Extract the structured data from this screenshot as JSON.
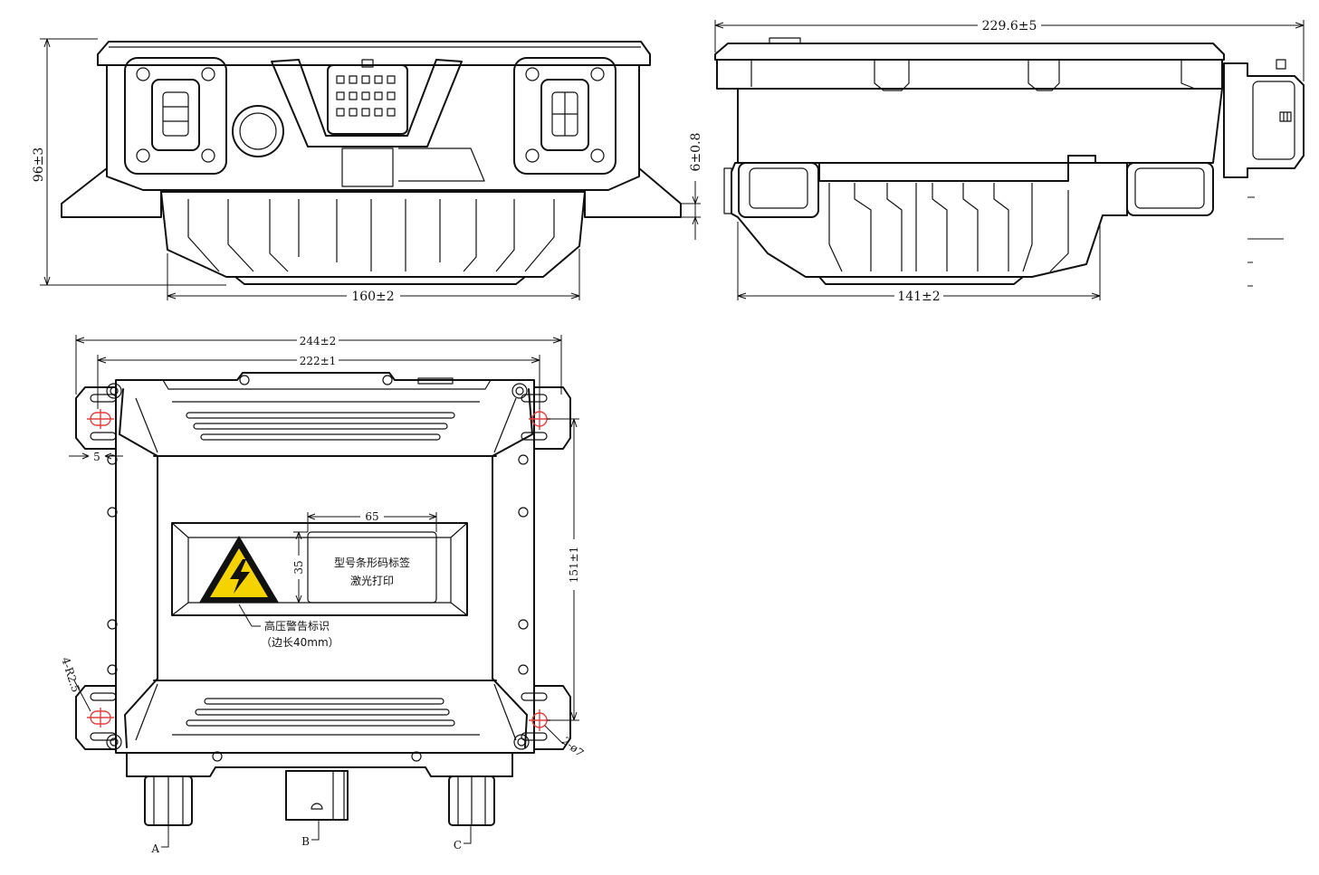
{
  "front_view": {
    "height_dim": "96±3",
    "base_offset_dim": "6±0.8",
    "bottom_width_dim": "160±2"
  },
  "side_view": {
    "length_dim": "229.6±5",
    "bottom_width_dim": "141±2"
  },
  "top_view": {
    "outer_width_dim": "244±2",
    "hole_pitch_dim": "222±1",
    "edge_dim": "5",
    "vertical_pitch_dim": "151±1",
    "label_width_dim": "65",
    "label_height_dim": "35",
    "label_text_line1": "型号条形码标签",
    "label_text_line2": "激光打印",
    "warning_text_line1": "高压警告标识",
    "warning_text_line2": "（边长40mm）",
    "slot_callout": "4-R2.5",
    "hole_callout": "2-ø7",
    "connector_a": "A",
    "connector_b": "B",
    "connector_c": "C"
  },
  "colors": {
    "line": "#111111",
    "warning_fill": "#f5d300",
    "hole_mark": "#e04040"
  }
}
